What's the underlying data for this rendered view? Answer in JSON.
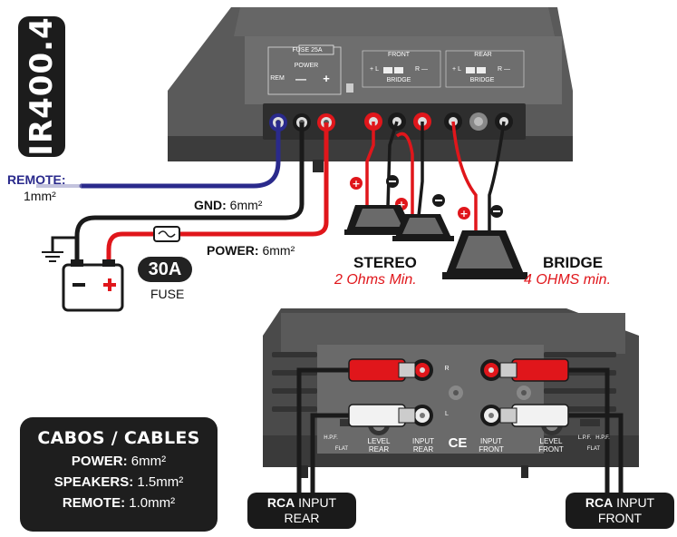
{
  "model": "IR400.4",
  "top_panel": {
    "fuse": "FUSE 25A",
    "power": "POWER",
    "rem": "REM",
    "minus": "—",
    "plus": "+",
    "front": "FRONT",
    "rear": "REAR",
    "bridge": "BRIDGE",
    "l": "+ L",
    "r": "R —"
  },
  "wiring": {
    "remote_label": "REMOTE:",
    "remote_value": "1mm²",
    "gnd_label": "GND:",
    "gnd_value": " 6mm²",
    "power_label": "POWER:",
    "power_value": " 6mm²",
    "fuse_rating": "30A",
    "fuse_text": "FUSE"
  },
  "modes": {
    "stereo_title": "STEREO",
    "stereo_note": "2 Ohms Min.",
    "bridge_title": "BRIDGE",
    "bridge_note": "4 OHMS min."
  },
  "bottom_panel": {
    "r": "R",
    "l": "L",
    "level_rear": "LEVEL\nREAR",
    "input_rear": "INPUT\nREAR",
    "input_front": "INPUT\nFRONT",
    "level_front": "LEVEL\nFRONT",
    "hpf": "H.P.F.",
    "lpf": "L.P.F.",
    "flat": "FLAT",
    "ce": "CE"
  },
  "cables_box": {
    "title": "CABOS / CABLES",
    "rows": [
      {
        "label": "POWER:",
        "value": " 6mm²"
      },
      {
        "label": "SPEAKERS:",
        "value": " 1.5mm²"
      },
      {
        "label": "REMOTE:",
        "value": " 1.0mm²"
      }
    ]
  },
  "rca_rear": {
    "bold": "RCA",
    "rest": " INPUT",
    "line2": "REAR"
  },
  "rca_front": {
    "bold": "RCA",
    "rest": " INPUT",
    "line2": "FRONT"
  },
  "colors": {
    "red": "#e0161b",
    "blue": "#2a2a8c",
    "body": "#555555",
    "panel": "#6a6a6a",
    "dark": "#1e1e1e"
  }
}
